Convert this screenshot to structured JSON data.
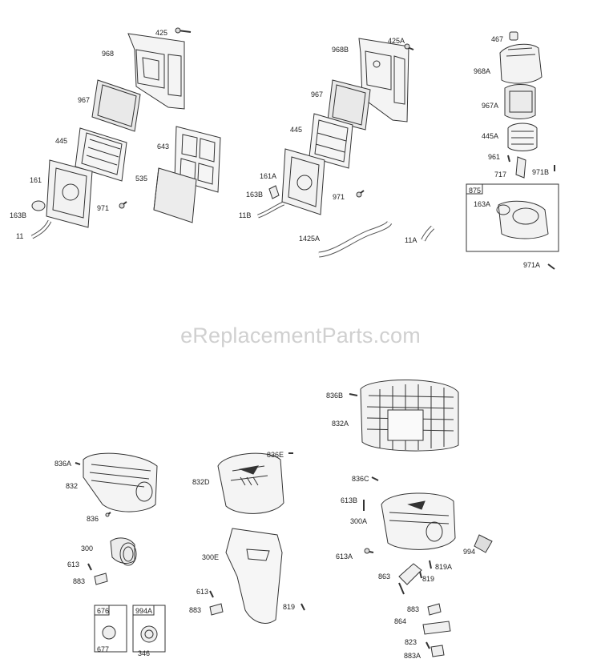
{
  "watermark": "eReplacementParts.com",
  "parts": {
    "p425": "425",
    "p968": "968",
    "p967": "967",
    "p445": "445",
    "p643": "643",
    "p535": "535",
    "p161": "161",
    "p163B": "163B",
    "p971": "971",
    "p11": "11",
    "p968B": "968B",
    "p425A": "425A",
    "p967b": "967",
    "p445b": "445",
    "p161A": "161A",
    "p163Bb": "163B",
    "p971b": "971",
    "p11B": "11B",
    "p1425A": "1425A",
    "p11A": "11A",
    "p467": "467",
    "p968A": "968A",
    "p967A": "967A",
    "p445A": "445A",
    "p961": "961",
    "p717": "717",
    "p971B": "971B",
    "p875": "875",
    "p163A": "163A",
    "p971A": "971A",
    "p836B": "836B",
    "p832A": "832A",
    "p836C": "836C",
    "p613B": "613B",
    "p300A": "300A",
    "p994": "994",
    "p613A": "613A",
    "p819A": "819A",
    "p863": "863",
    "p819": "819",
    "p883": "883",
    "p864": "864",
    "p823": "823",
    "p883A": "883A",
    "p836A": "836A",
    "p832": "832",
    "p836": "836",
    "p300": "300",
    "p613": "613",
    "p883b": "883",
    "p676": "676",
    "p677": "677",
    "p994A": "994A",
    "p346": "346",
    "p836E": "836E",
    "p832D": "832D",
    "p300E": "300E",
    "p613b": "613",
    "p883c": "883",
    "p819b": "819"
  }
}
